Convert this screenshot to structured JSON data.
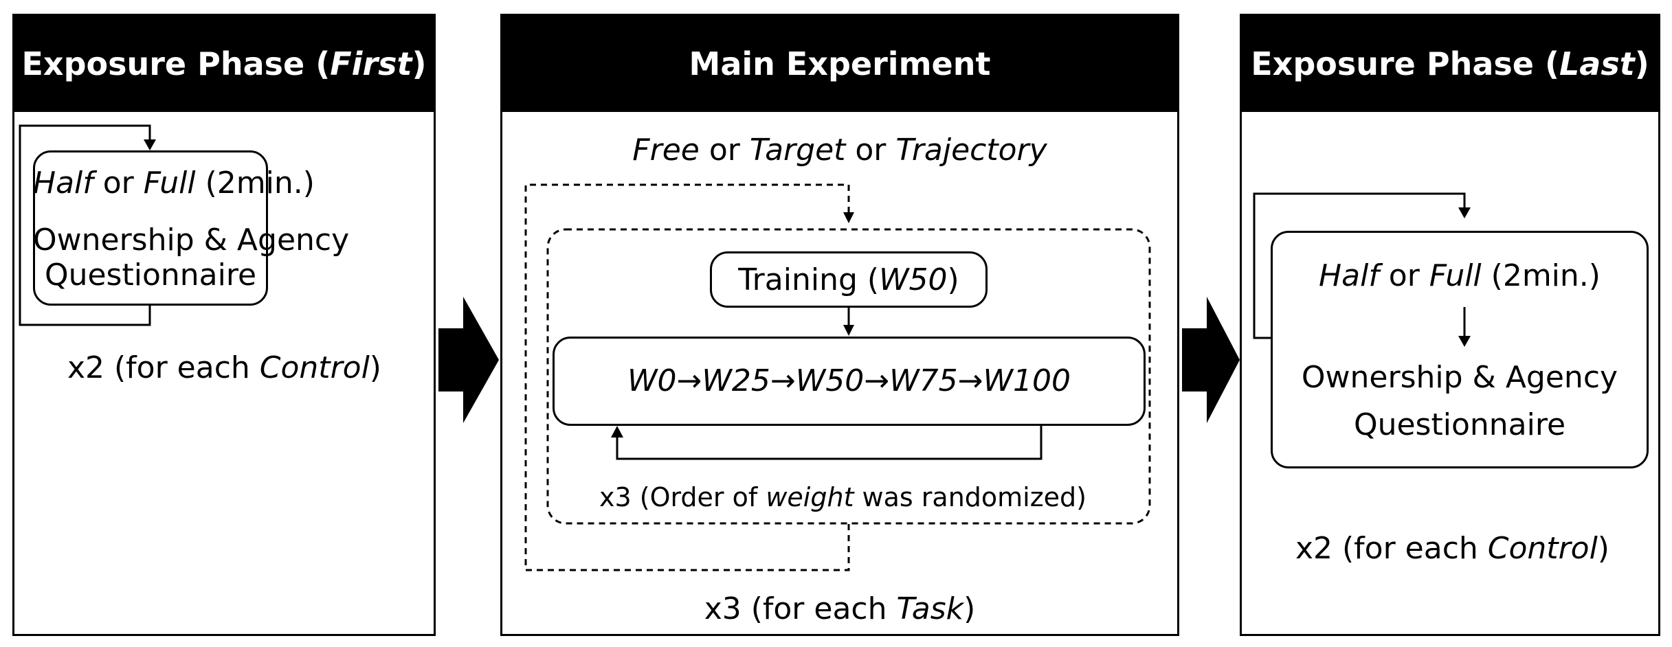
{
  "exposure_first": {
    "header_prefix": "Exposure Phase (",
    "header_emph": "First",
    "header_suffix": ")",
    "cond_a": "Half",
    "cond_or": " or ",
    "cond_b": "Full",
    "cond_duration": " (2min.)",
    "questionnaire_line1": "Ownership & Agency",
    "questionnaire_line2": "Questionnaire",
    "repeat_prefix": "x2 (for each ",
    "repeat_emph": "Control",
    "repeat_suffix": ")"
  },
  "main": {
    "header": "Main Experiment",
    "task_a": "Free",
    "or_1": " or ",
    "task_b": "Target",
    "or_2": " or ",
    "task_c": "Trajectory",
    "training_prefix": "Training (",
    "training_emph": "W50",
    "training_suffix": ")",
    "weights": "W0→W25→W50→W75→W100",
    "inner_repeat_prefix": "x3 (Order of ",
    "inner_repeat_emph": "weight",
    "inner_repeat_suffix": " was randomized)",
    "outer_repeat_prefix": "x3 (for each ",
    "outer_repeat_emph": "Task",
    "outer_repeat_suffix": ")"
  },
  "exposure_last": {
    "header_prefix": "Exposure Phase (",
    "header_emph": "Last",
    "header_suffix": ")",
    "cond_a": "Half",
    "cond_or": " or ",
    "cond_b": "Full",
    "cond_duration": " (2min.)",
    "questionnaire_line1": "Ownership & Agency",
    "questionnaire_line2": "Questionnaire",
    "repeat_prefix": "x2 (for each ",
    "repeat_emph": "Control",
    "repeat_suffix": ")"
  },
  "colors": {
    "ink": "#000000",
    "paper": "#ffffff"
  }
}
